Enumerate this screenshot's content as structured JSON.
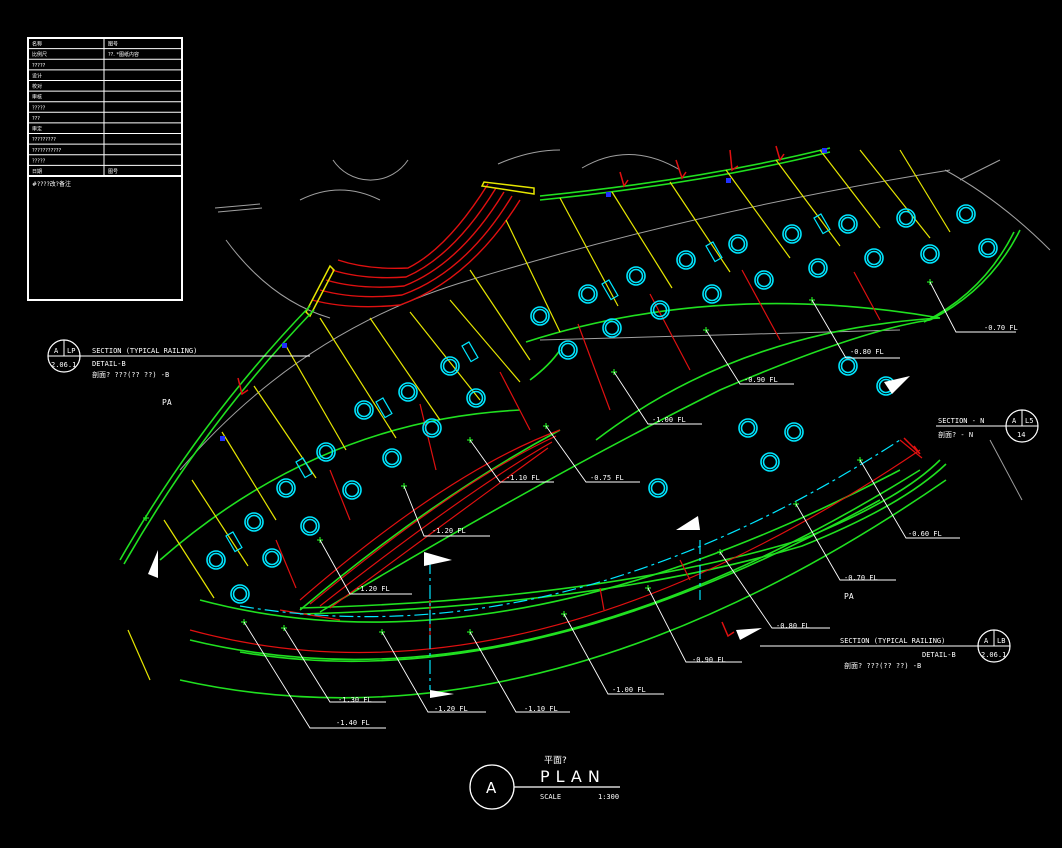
{
  "colors": {
    "background": "#000000",
    "green": "#20e020",
    "yellow": "#e6e600",
    "red": "#e01010",
    "cyan": "#00e6ff",
    "white": "#ffffff",
    "grey": "#a0a0a0",
    "blue": "#2030ff"
  },
  "title_block": {
    "rows": [
      {
        "c1": "名称",
        "c2": "图号"
      },
      {
        "c1": "比例尺",
        "c2": "??.    *图纸内容"
      },
      {
        "c1": "?????",
        "c2": ""
      },
      {
        "c1": "设计",
        "c2": ""
      },
      {
        "c1": "校对",
        "c2": ""
      },
      {
        "c1": "审核",
        "c2": ""
      },
      {
        "c1": "?????",
        "c2": ""
      },
      {
        "c1": "???",
        "c2": ""
      },
      {
        "c1": "审定",
        "c2": ""
      },
      {
        "c1": "?????????",
        "c2": ""
      },
      {
        "c1": "???????????",
        "c2": ""
      },
      {
        "c1": "?????",
        "c2": ""
      },
      {
        "c1": "日期",
        "c2": "图号"
      }
    ],
    "note": "#????改?备注"
  },
  "callouts": {
    "left": {
      "circle_top_left": "A",
      "circle_top_right": "LP",
      "circle_bottom": "2.06.1",
      "line1": "SECTION (TYPICAL RAILING)",
      "line2": "DETAIL-B",
      "line3": "剖面?  ???(?? ??)   -B"
    },
    "right_mid": {
      "label": "SECTION - N",
      "sub": "剖面?   - N",
      "circle_top_left": "A",
      "circle_top_right": "L5",
      "circle_bottom": "14"
    },
    "right_bottom": {
      "line1": "SECTION (TYPICAL RAILING)",
      "line2": "DETAIL-B",
      "line3": "剖面?  ???(?? ??)   -B",
      "circle_top_left": "A",
      "circle_top_right": "LB",
      "circle_bottom": "2.06.1"
    }
  },
  "level_labels": [
    "-0.70 FL",
    "-0.80 FL",
    "-0.90 FL",
    "-1.00 FL",
    "-1.10 FL",
    "-0.75 FL",
    "-1.20 FL",
    "-1.20 FL",
    "-0.60 FL",
    "-0.70 FL",
    "-0.80 FL",
    "-0.90 FL",
    "-1.00 FL",
    "-1.10 FL",
    "-1.20 FL",
    "-1.30 FL",
    "-1.40 FL"
  ],
  "pa_labels": [
    "PA",
    "PA"
  ],
  "plan_title": {
    "bubble": "A",
    "chinese": "平面?",
    "title": "PLAN",
    "scale_label": "SCALE",
    "scale_value": "1:300"
  }
}
